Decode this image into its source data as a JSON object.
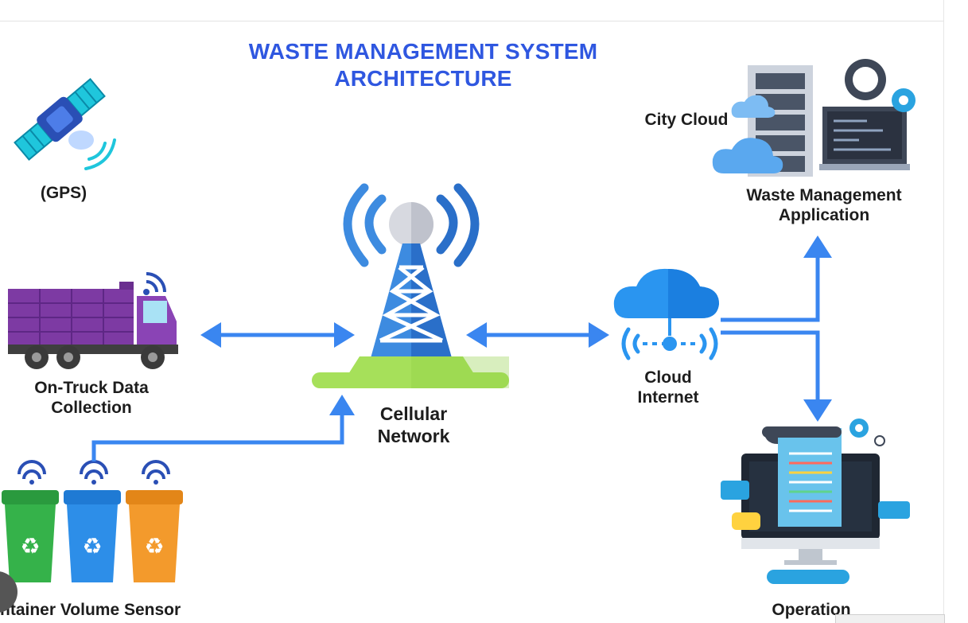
{
  "diagram": {
    "title_line1": "WASTE MANAGEMENT SYSTEM",
    "title_line2": "ARCHITECTURE",
    "nodes": {
      "gps": "(GPS)",
      "truck_line1": "On-Truck Data",
      "truck_line2": "Collection",
      "cellular_line1": "Cellular",
      "cellular_line2": "Network",
      "cloud_line1": "Cloud",
      "cloud_line2": "Internet",
      "city_cloud": "City Cloud",
      "app_line1": "Waste Management",
      "app_line2": "Application",
      "operation": "Operation",
      "container": "ntainer Volume Sensor"
    }
  },
  "colors": {
    "title": "#2f57e0",
    "arrow": "#3a86f0",
    "tower": "#3d8be0",
    "tower_base": "#a6e05a",
    "truck": "#7d3aa3",
    "bin_green": "#35b24a",
    "bin_blue": "#2d8ee8",
    "bin_orange": "#f39a2c"
  }
}
